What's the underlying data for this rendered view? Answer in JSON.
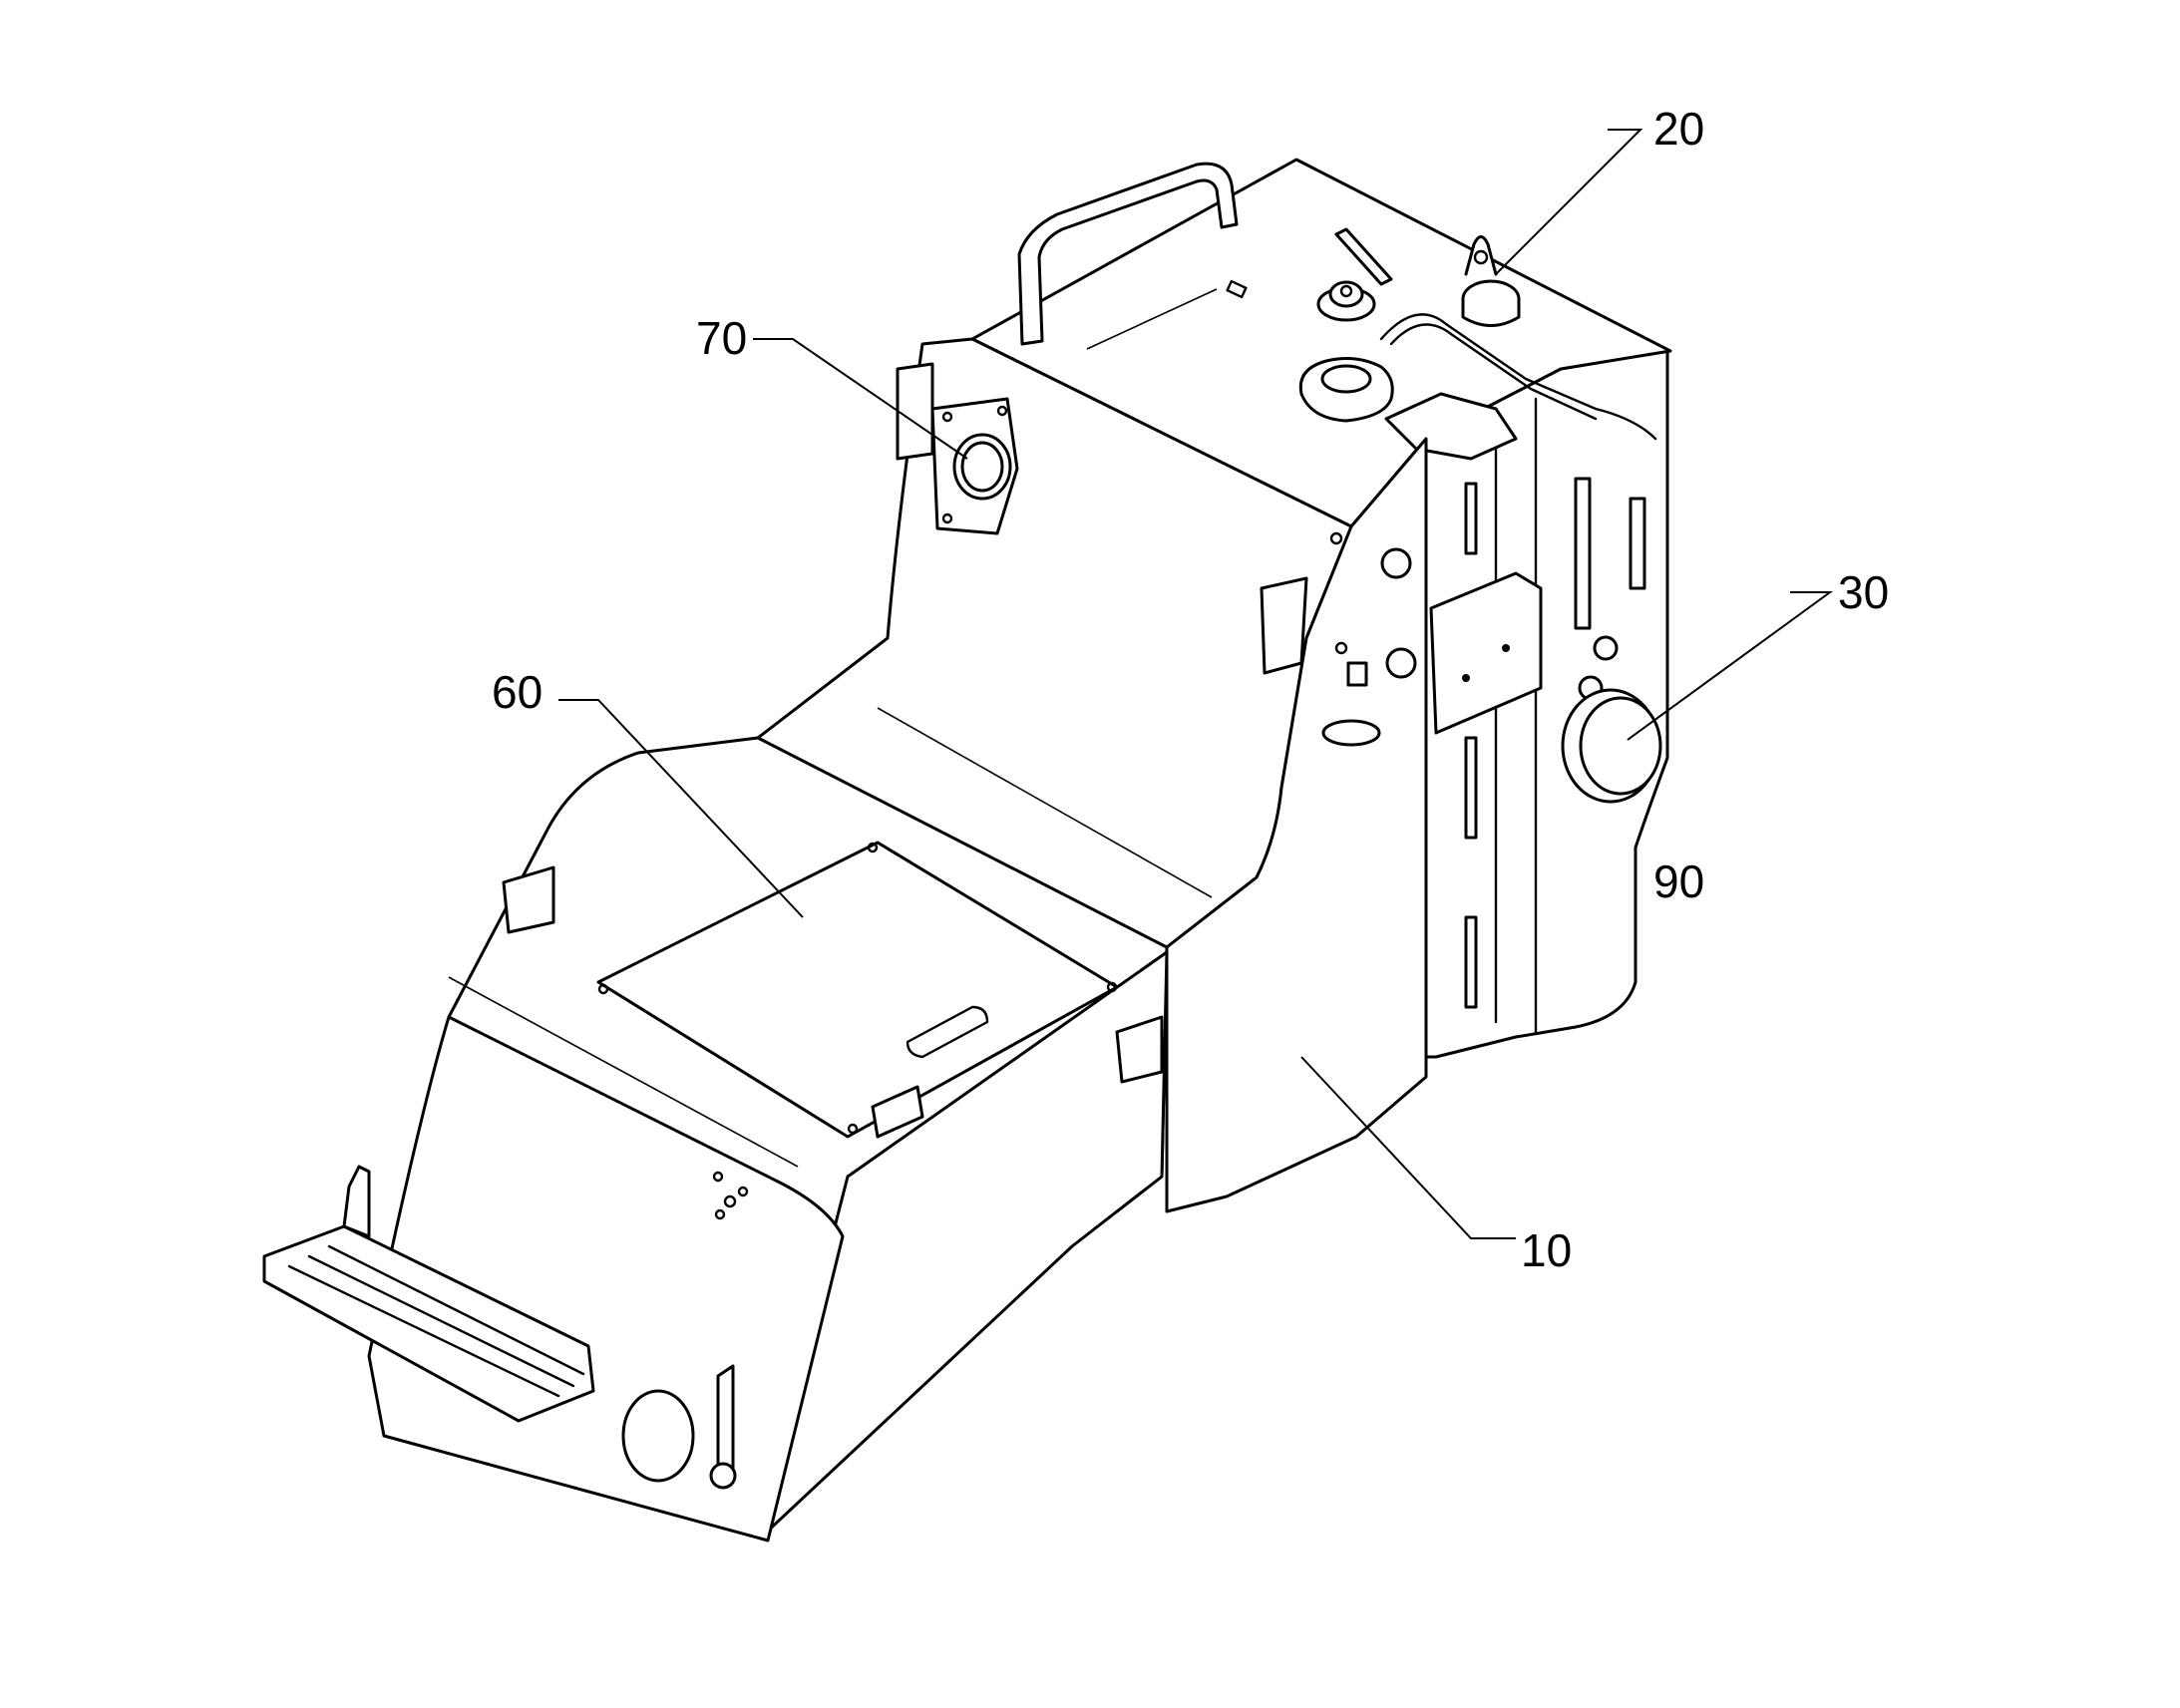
{
  "diagram": {
    "callouts": [
      {
        "id": "c10",
        "text": "10"
      },
      {
        "id": "c20",
        "text": "20"
      },
      {
        "id": "c30",
        "text": "30"
      },
      {
        "id": "c60",
        "text": "60"
      },
      {
        "id": "c70",
        "text": "70"
      },
      {
        "id": "c90",
        "text": "90"
      }
    ]
  },
  "colors": {
    "line": "#000000",
    "background": "#ffffff"
  }
}
